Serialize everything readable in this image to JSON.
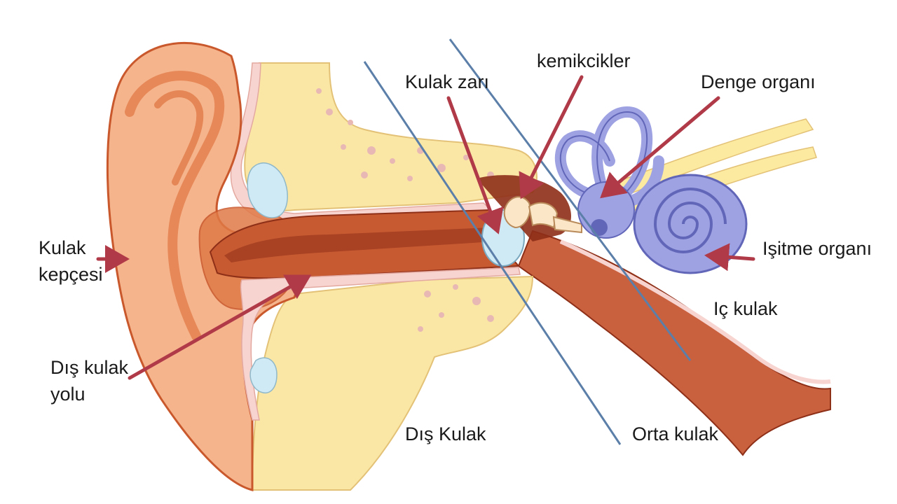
{
  "labels": {
    "kemikcikler": "kemikcikler",
    "kulak_zari": "Kulak zarı",
    "denge_organi": "Denge organı",
    "kulak_kepcesi_1": "Kulak",
    "kulak_kepcesi_2": "kepçesi",
    "isitme_organi": "Işitme organı",
    "ic_kulak": "Iç kulak",
    "dis_kulak_yolu_1": "Dış kulak",
    "dis_kulak_yolu_2": "yolu",
    "dis_kulak": "Dış Kulak",
    "orta_kulak": "Orta kulak"
  },
  "colors": {
    "skin": "#f6b48c",
    "skin_dark": "#e07a47",
    "skin_outline": "#c9582c",
    "canal": "#c85a32",
    "canal_dark": "#8e2f18",
    "bone": "#fbe7a5",
    "bone_spots": "#e8b8b4",
    "pink_rim": "#f8d4d0",
    "inner_ear": "#9ea2e3",
    "inner_ear_dark": "#6266b8",
    "nerve": "#fbeaa0",
    "eardrum": "#cfe9f5",
    "tube": "#c9603e",
    "arrow": "#b03a48",
    "divider": "#5b7fa8"
  }
}
